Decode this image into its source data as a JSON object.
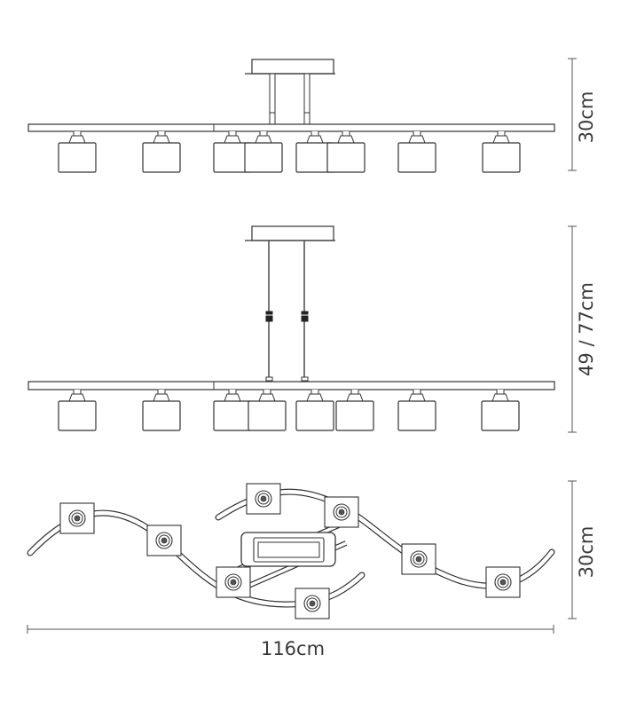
{
  "dimensions": {
    "height_fixed": "30cm",
    "height_adjustable": "49 / 77cm",
    "depth": "30cm",
    "width": "116cm"
  },
  "colors": {
    "line": "#333333",
    "rod": "#555555",
    "background": "#ffffff"
  }
}
